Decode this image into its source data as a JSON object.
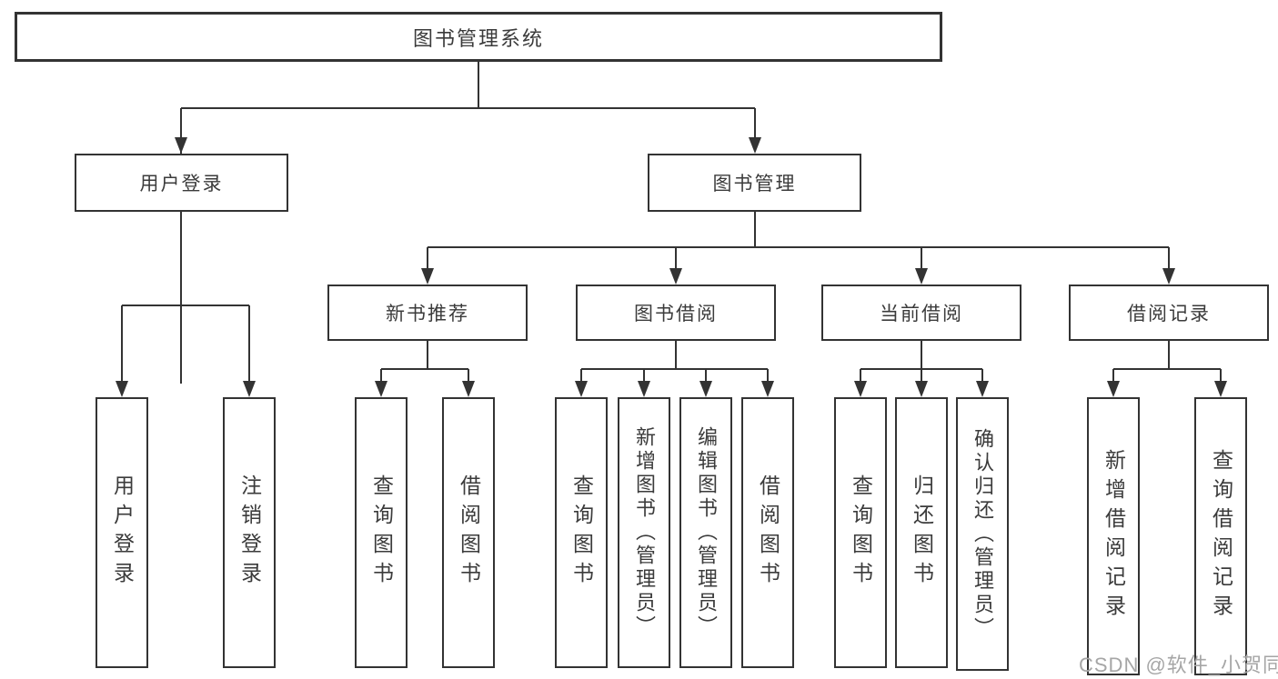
{
  "diagram_title": "图书管理系统",
  "tree": {
    "root": "图书管理系统",
    "children": [
      {
        "label": "用户登录",
        "children": [
          {
            "label": "用户登录"
          },
          {
            "label": "注销登录"
          }
        ]
      },
      {
        "label": "图书管理",
        "children": [
          {
            "label": "新书推荐",
            "children": [
              {
                "label": "查询图书"
              },
              {
                "label": "借阅图书"
              }
            ]
          },
          {
            "label": "图书借阅",
            "children": [
              {
                "label": "查询图书"
              },
              {
                "label": "新增图书（管理员）"
              },
              {
                "label": "编辑图书（管理员）"
              },
              {
                "label": "借阅图书"
              }
            ]
          },
          {
            "label": "当前借阅",
            "children": [
              {
                "label": "查询图书"
              },
              {
                "label": "归还图书"
              },
              {
                "label": "确认归还（管理员）"
              }
            ]
          },
          {
            "label": "借阅记录",
            "children": [
              {
                "label": "新增借阅记录"
              },
              {
                "label": "查询借阅记录"
              }
            ]
          }
        ]
      }
    ]
  },
  "watermark": {
    "text": "CSDN @软件_小贺同学"
  },
  "colors": {
    "line": "#333333",
    "text": "#3b3b3b",
    "watermark": "#a6a6a6",
    "background": "#ffffff"
  }
}
